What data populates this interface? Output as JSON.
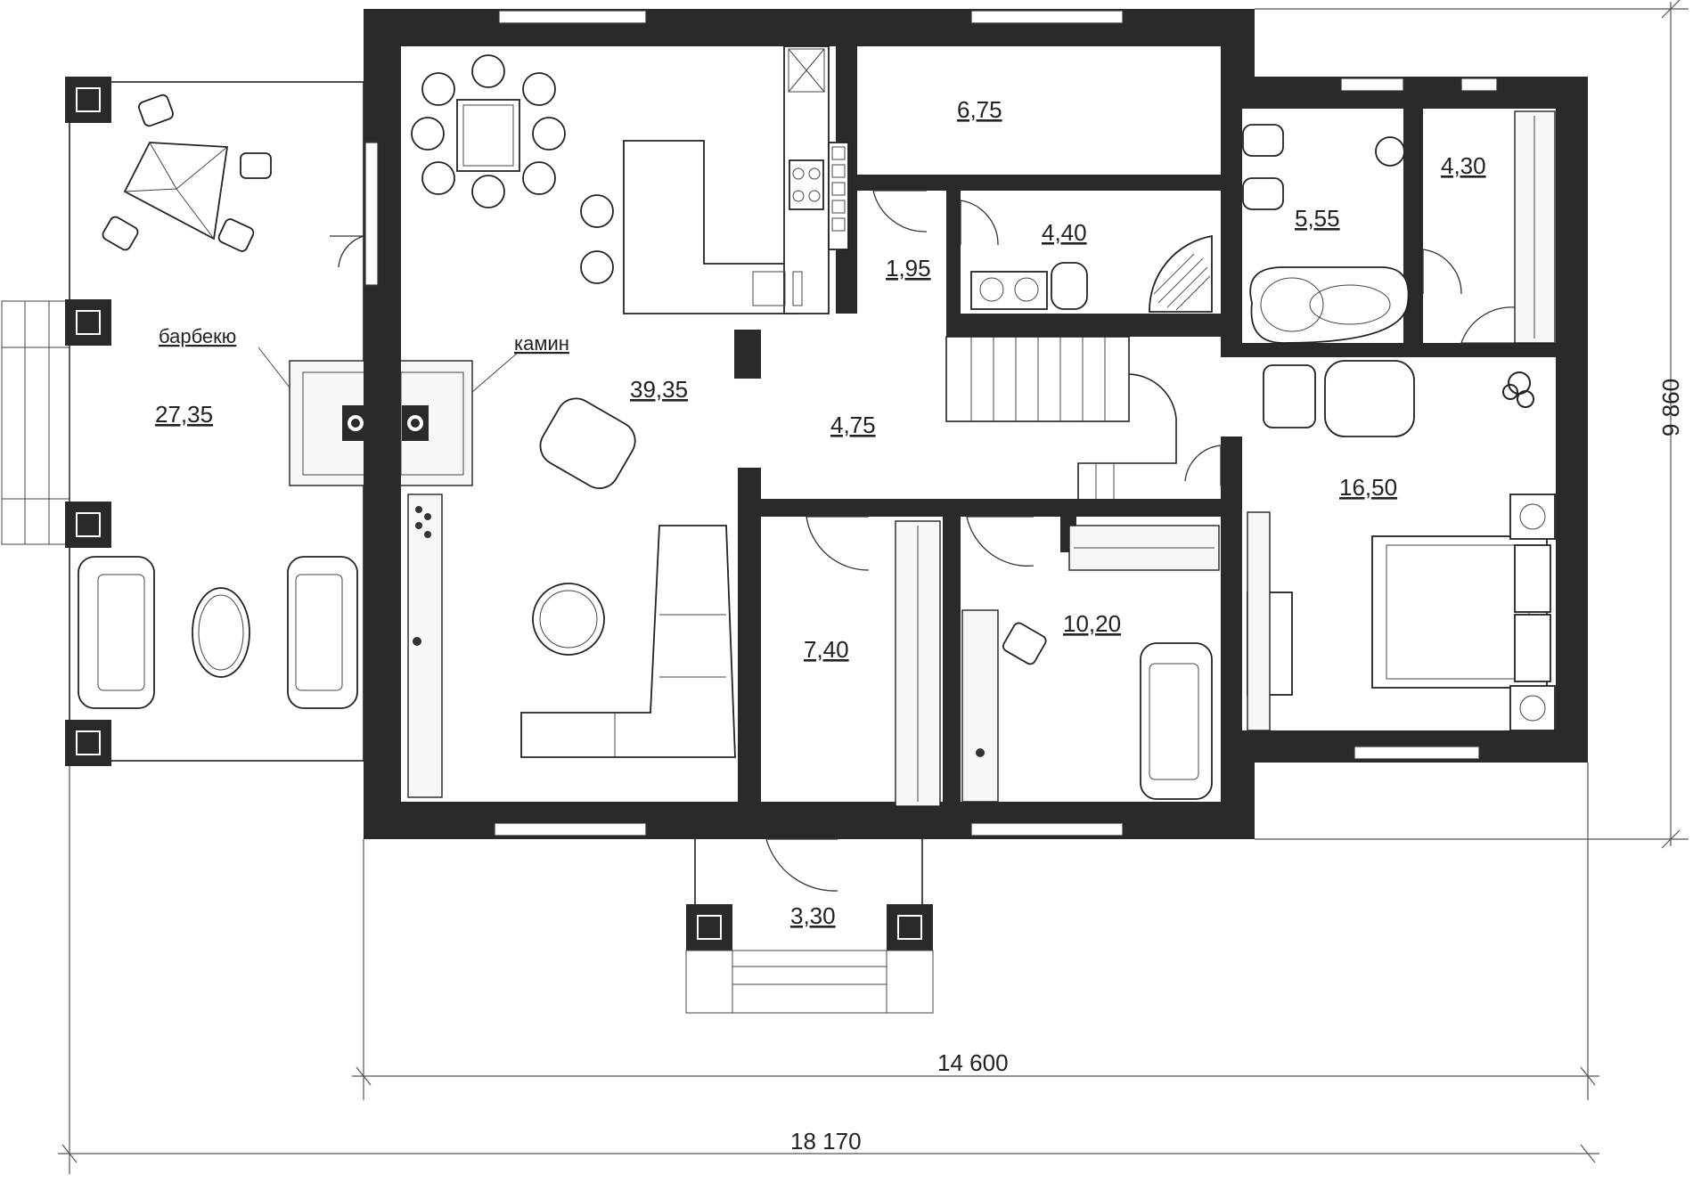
{
  "callouts": {
    "bbq": "барбекю",
    "fireplace": "камин"
  },
  "areas": {
    "terrace": "27,35",
    "living": "39,35",
    "pantry": "6,75",
    "closet_small": "1,95",
    "bath": "4,40",
    "bath2": "5,55",
    "dressing": "4,30",
    "hall": "4,75",
    "bedroom": "16,50",
    "study": "7,40",
    "room": "10,20",
    "porch": "3,30"
  },
  "dimensions": {
    "width_inner": "14 600",
    "width_total": "18 170",
    "depth": "9 860"
  }
}
